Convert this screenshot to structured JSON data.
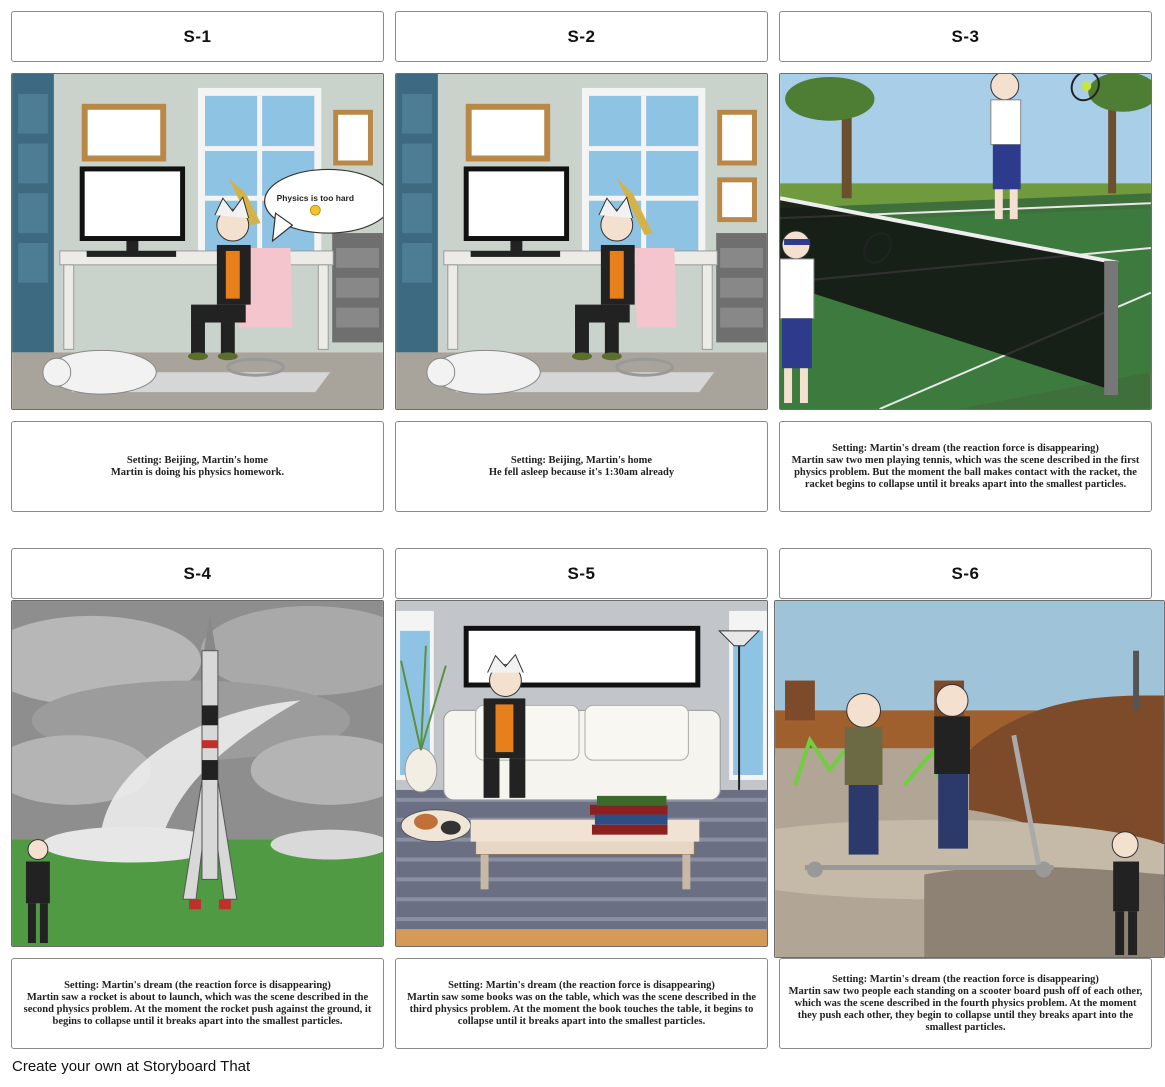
{
  "panels": [
    {
      "title": "S-1",
      "bubble": "Physics is too hard",
      "caption": [
        "Setting: Beijing, Martin's home",
        "Martin is doing his physics homework."
      ]
    },
    {
      "title": "S-2",
      "caption": [
        "Setting: Beijing, Martin's home",
        "He fell asleep because it's 1:30am already"
      ]
    },
    {
      "title": "S-3",
      "caption": [
        "Setting: Martin's dream (the reaction force is disappearing)",
        "Martin saw two men playing tennis, which was the scene described in the first physics problem. But the moment the ball makes contact with the racket, the racket begins to collapse until it breaks apart into the smallest particles."
      ]
    },
    {
      "title": "S-4",
      "caption": [
        "Setting: Martin's dream (the reaction force is disappearing)",
        "Martin saw a rocket is about to launch, which was the scene described in the second physics problem. At the moment the rocket push against the ground, it begins to collapse until it breaks apart into the smallest particles."
      ]
    },
    {
      "title": "S-5",
      "caption": [
        "Setting: Martin's dream (the reaction force is disappearing)",
        "Martin saw some books was on the table, which was the scene described in the third physics problem. At the moment the book touches the table, it begins to collapse until it breaks apart into the smallest particles."
      ]
    },
    {
      "title": "S-6",
      "caption": [
        "Setting: Martin's dream (the reaction force is disappearing)",
        "Martin saw two people each standing on a scooter board push off of each other, which was the scene described in the fourth physics problem. At the moment they push each other, they begin to collapse until they breaks apart into the smallest particles."
      ]
    }
  ],
  "footer": "Create your own at Storyboard That"
}
